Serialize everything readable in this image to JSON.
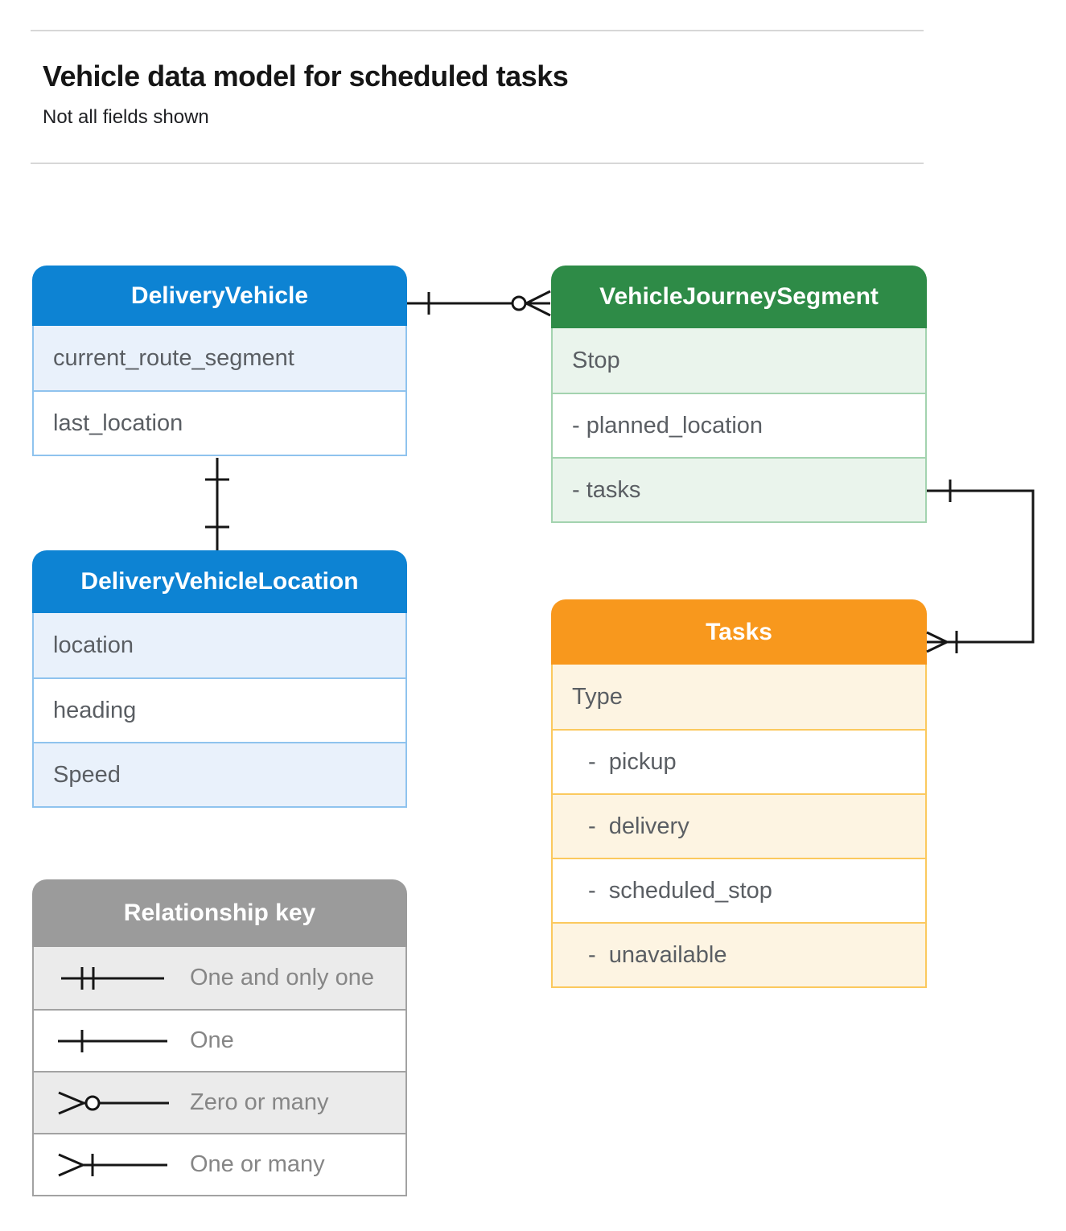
{
  "page": {
    "title": "Vehicle data model for scheduled tasks",
    "subtitle": "Not all fields shown"
  },
  "entities": {
    "delivery_vehicle": {
      "title": "DeliveryVehicle",
      "fields": [
        "current_route_segment",
        "last_location"
      ]
    },
    "vehicle_journey_segment": {
      "title": "VehicleJourneySegment",
      "fields": [
        "Stop",
        "- planned_location",
        "- tasks"
      ]
    },
    "delivery_vehicle_location": {
      "title": "DeliveryVehicleLocation",
      "fields": [
        "location",
        "heading",
        "Speed"
      ]
    },
    "tasks": {
      "title": "Tasks",
      "fields": [
        "Type",
        "-  pickup",
        "-  delivery",
        "-  scheduled_stop",
        "-  unavailable"
      ]
    }
  },
  "legend": {
    "title": "Relationship key",
    "items": [
      {
        "label": "One and only one"
      },
      {
        "label": "One"
      },
      {
        "label": "Zero or many"
      },
      {
        "label": "One or many"
      }
    ]
  },
  "relationships": [
    {
      "from": "DeliveryVehicle",
      "to": "VehicleJourneySegment",
      "from_cardinality": "one",
      "to_cardinality": "zero-or-many"
    },
    {
      "from": "DeliveryVehicle",
      "to": "DeliveryVehicleLocation",
      "from_cardinality": "one",
      "to_cardinality": "one"
    },
    {
      "from": "VehicleJourneySegment.tasks",
      "to": "Tasks",
      "from_cardinality": "one",
      "to_cardinality": "one-or-many"
    }
  ],
  "colors": {
    "blue_header": "#0d83d3",
    "blue_tint": "#e9f1fb",
    "blue_border": "#8fc3ee",
    "green_header": "#2e8b47",
    "green_tint": "#eaf4ec",
    "green_border": "#a3d3af",
    "orange_header": "#f8981d",
    "orange_tint": "#fdf4e2",
    "orange_border": "#fbc95e",
    "gray_header": "#9b9b9b",
    "gray_tint": "#ebebeb",
    "gray_border": "#a2a2a2",
    "connector": "#161616",
    "field_text": "#5a5e63",
    "legend_text": "#868686"
  }
}
